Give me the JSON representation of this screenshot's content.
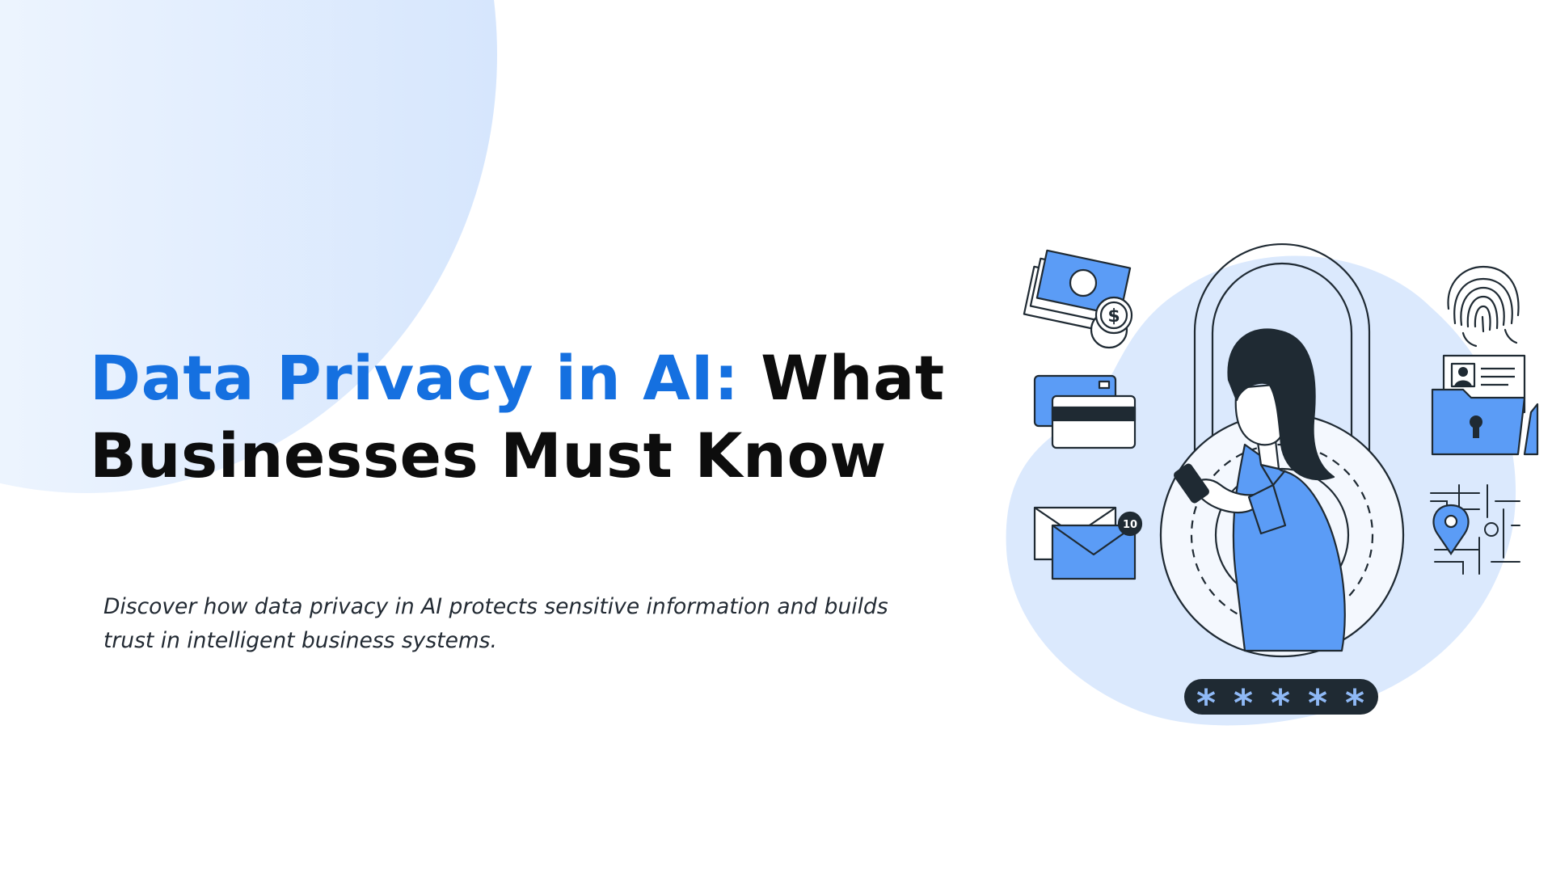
{
  "hero": {
    "title_highlight": "Data Privacy in AI:",
    "title_rest": " What Businesses Must Know",
    "subtitle": "Discover how data privacy in AI protects sensitive information and builds trust in intelligent business systems."
  },
  "illustration": {
    "password_mask": [
      "*",
      "*",
      "*",
      "*",
      "*"
    ],
    "mail_badge": "10",
    "coin_symbol": "$",
    "icons": [
      "banknote-icon",
      "coin-icon",
      "credit-card-icon",
      "mail-icon",
      "padlock-icon",
      "fingerprint-icon",
      "id-folder-icon",
      "map-pin-icon"
    ]
  },
  "colors": {
    "accent_blue": "#1570e0",
    "heading_black": "#0d0d0d",
    "illustration_blue": "#5b9cf6",
    "blob_blue": "#dbe9fd",
    "outline_dark": "#1f2a33"
  }
}
